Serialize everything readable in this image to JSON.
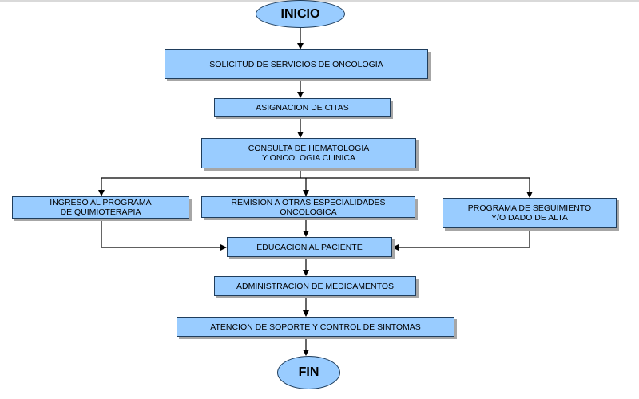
{
  "flowchart": {
    "start": "INICIO",
    "end": "FIN",
    "steps": {
      "solicitud": "SOLICITUD  DE SERVICIOS DE ONCOLOGIA",
      "asignacion": "ASIGNACION DE  CITAS",
      "consulta": "CONSULTA DE HEMATOLOGIA\nY ONCOLOGIA CLINICA",
      "ingreso": "INGRESO AL PROGRAMA\nDE QUIMIOTERAPIA",
      "remision": "REMISION  A OTRAS ESPECIALIDADES\nONCOLOGICA",
      "programa": "PROGRAMA DE SEGUIMIENTO\nY/O DADO DE ALTA",
      "educacion": "EDUCACION AL PACIENTE",
      "administracion": "ADMINISTRACION DE MEDICAMENTOS",
      "atencion": "ATENCION DE SOPORTE Y CONTROL DE SINTOMAS"
    }
  },
  "colors": {
    "node_fill": "#99ccff",
    "node_border": "#1f3d5c",
    "connector": "#000000"
  }
}
